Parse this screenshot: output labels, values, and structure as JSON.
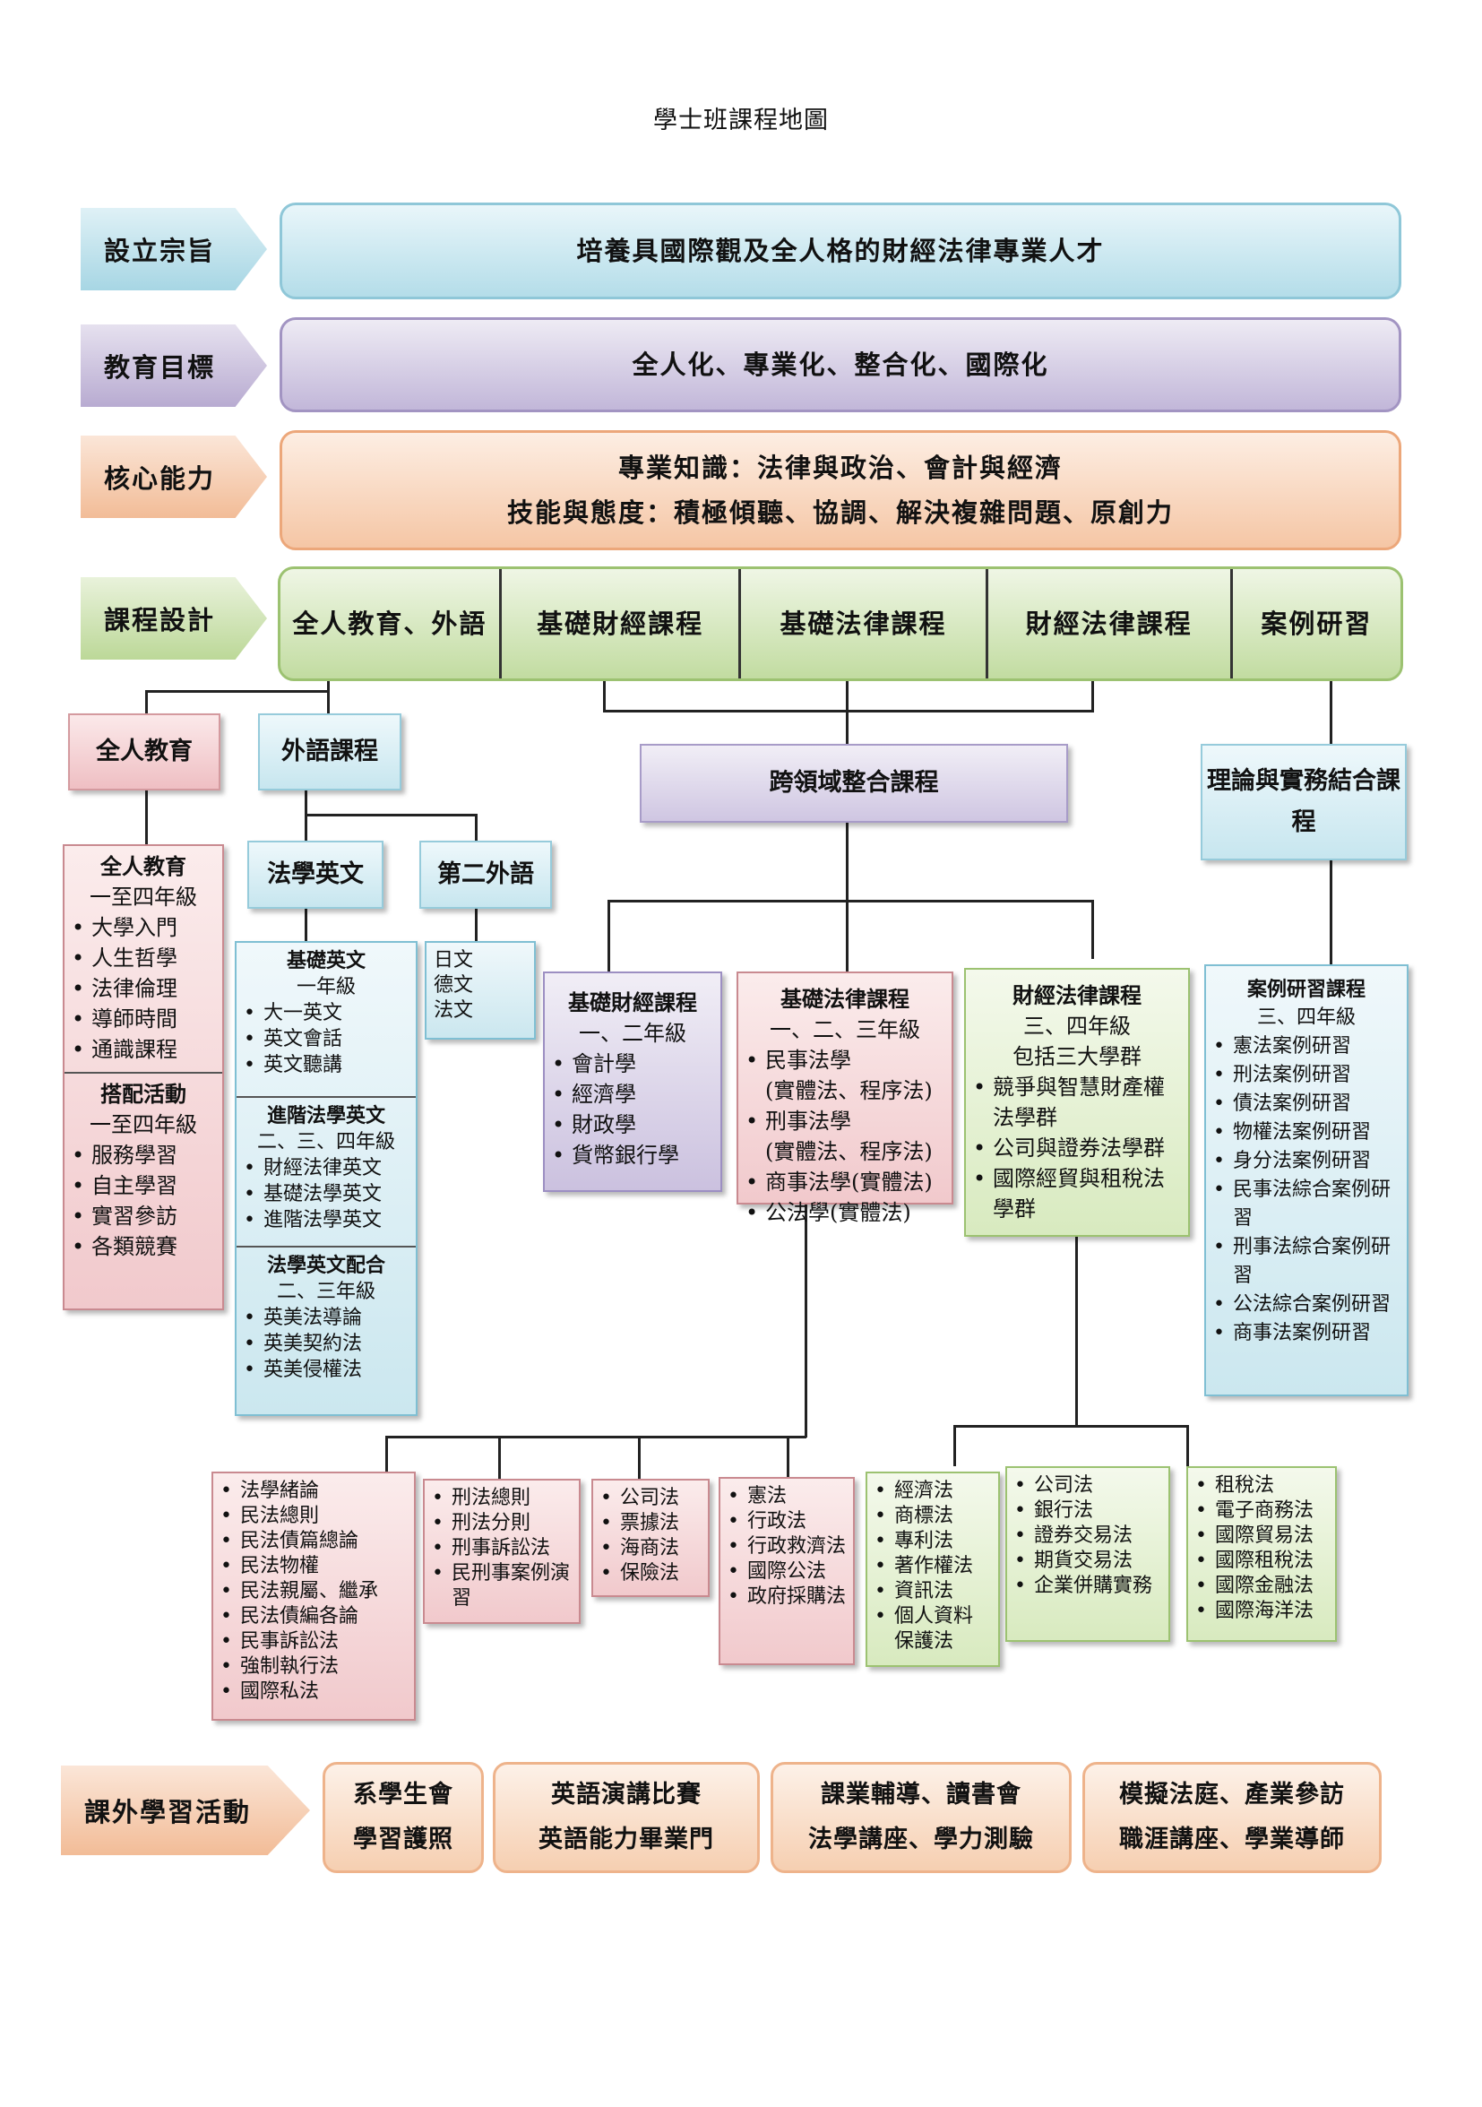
{
  "title": "學士班課程地圖",
  "rows": {
    "purpose": {
      "label": "設立宗旨",
      "text": "培養具國際觀及全人格的財經法律專業人才"
    },
    "goal": {
      "label": "教育目標",
      "text": "全人化、專業化、整合化、國際化"
    },
    "ability": {
      "label": "核心能力",
      "line1": "專業知識：法律與政治、會計與經濟",
      "line2": "技能與態度：積極傾聽、協調、解決複雜問題、原創力"
    },
    "design": {
      "label": "課程設計",
      "cells": [
        "全人教育、外語",
        "基礎財經課程",
        "基礎法律課程",
        "財經法律課程",
        "案例研習"
      ]
    }
  },
  "categories": {
    "holistic": "全人教育",
    "language": "外語課程",
    "crossdomain": "跨領域整合課程",
    "theory": "理論與實務結合課程",
    "legal_english": "法學英文",
    "second_language": "第二外語"
  },
  "holistic_box": {
    "sec1": {
      "title": "全人教育",
      "sub": "一至四年級",
      "items": [
        "大學入門",
        "人生哲學",
        "法律倫理",
        "導師時間",
        "通識課程"
      ]
    },
    "sec2": {
      "title": "搭配活動",
      "sub": "一至四年級",
      "items": [
        "服務學習",
        "自主學習",
        "實習參訪",
        "各類競賽"
      ]
    }
  },
  "legal_english_box": {
    "sec1": {
      "title": "基礎英文",
      "sub": "一年級",
      "items": [
        "大一英文",
        "英文會話",
        "英文聽講"
      ]
    },
    "sec2": {
      "title": "進階法學英文",
      "sub": "二、三、四年級",
      "items": [
        "財經法律英文",
        "基礎法學英文",
        "進階法學英文"
      ]
    },
    "sec3": {
      "title": "法學英文配合",
      "sub": "二、三年級",
      "items": [
        "英美法導論",
        "英美契約法",
        "英美侵權法"
      ]
    }
  },
  "second_language_box": {
    "items": [
      "日文",
      "德文",
      "法文"
    ]
  },
  "fin_basic": {
    "title": "基礎財經課程",
    "sub": "一、二年級",
    "items": [
      "會計學",
      "經濟學",
      "財政學",
      "貨幣銀行學"
    ]
  },
  "law_basic": {
    "title": "基礎法律課程",
    "sub": "一、二、三年級",
    "items": [
      "民事法學",
      "(實體法、程序法)",
      "刑事法學",
      "(實體法、程序法)",
      "商事法學(實體法)",
      "公法學(實體法)"
    ]
  },
  "fin_law": {
    "title": "財經法律課程",
    "sub": "三、四年級",
    "sub2": "包括三大學群",
    "items": [
      "競爭與智慧財產權法學群",
      "公司與證券法學群",
      "國際經貿與租稅法學群"
    ]
  },
  "case_study": {
    "title": "案例研習課程",
    "sub": "三、四年級",
    "items": [
      "憲法案例研習",
      "刑法案例研習",
      "債法案例研習",
      "物權法案例研習",
      "身分法案例研習",
      "民事法綜合案例研習",
      "刑事法綜合案例研習",
      "公法綜合案例研習",
      "商事法案例研習"
    ]
  },
  "sub_boxes": [
    {
      "items": [
        "法學緒論",
        "民法總則",
        "民法債篇總論",
        "民法物權",
        "民法親屬、繼承",
        "民法債編各論",
        "民事訴訟法",
        "強制執行法",
        "國際私法"
      ]
    },
    {
      "items": [
        "刑法總則",
        "刑法分則",
        "刑事訴訟法",
        "民刑事案例演習"
      ]
    },
    {
      "items": [
        "公司法",
        "票據法",
        "海商法",
        "保險法"
      ]
    },
    {
      "items": [
        "憲法",
        "行政法",
        "行政救濟法",
        "國際公法",
        "政府採購法"
      ]
    },
    {
      "items": [
        "經濟法",
        "商標法",
        "專利法",
        "著作權法",
        "資訊法",
        "個人資料保護法"
      ]
    },
    {
      "items": [
        "公司法",
        "銀行法",
        "證券交易法",
        "期貨交易法",
        "企業併購實務"
      ]
    },
    {
      "items": [
        "租稅法",
        "電子商務法",
        "國際貿易法",
        "國際租稅法",
        "國際金融法",
        "國際海洋法"
      ]
    }
  ],
  "extracurricular": {
    "label": "課外學習活動",
    "boxes": [
      {
        "line1": "系學生會",
        "line2": "學習護照"
      },
      {
        "line1": "英語演講比賽",
        "line2": "英語能力畢業門"
      },
      {
        "line1": "課業輔導、讀書會",
        "line2": "法學講座、學力測驗"
      },
      {
        "line1": "模擬法庭、產業參訪",
        "line2": "職涯講座、學業導師"
      }
    ]
  },
  "colors": {
    "teal": "#a7d6e4",
    "purple": "#b8abd1",
    "orange": "#f2bc97",
    "green": "#bcd898",
    "pink": "#efbfc3"
  }
}
